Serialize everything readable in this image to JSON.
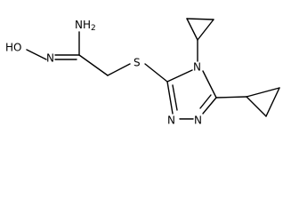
{
  "molecule": {
    "atoms": {
      "amine_n": "NH",
      "amine_h_count": "2",
      "hydroxyl_o": "HO",
      "oxime_n": "N",
      "thioether_s": "S",
      "ring_n4": "N",
      "ring_n1": "N",
      "ring_n2": "N"
    }
  }
}
